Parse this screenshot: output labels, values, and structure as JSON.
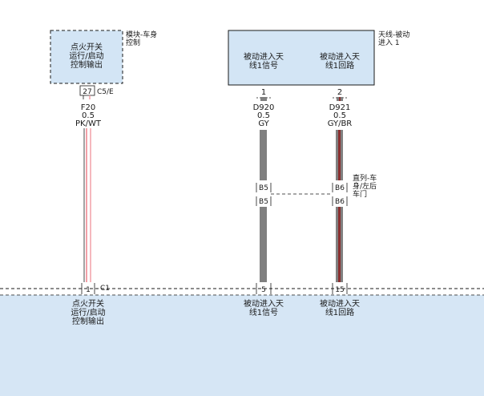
{
  "colors": {
    "background": "#ffffff",
    "box_fill": "#d3e5f5",
    "box_stroke": "#1a1a1a",
    "bottom_area": "#d6e6f5",
    "wire_pk": "#f2a0a8",
    "wire_wt": "#ffffff",
    "wire_gy": "#808080",
    "wire_br": "#8b3030"
  },
  "modules": {
    "body_control": {
      "title_line1": "模块-车身",
      "title_line2": "控制",
      "func_line1": "点火开关",
      "func_line2": "运行/启动",
      "func_line3": "控制输出"
    },
    "antenna": {
      "title_line1": "天线-被动",
      "title_line2": "进入 1",
      "func_a_line1": "被动进入天",
      "func_a_line2": "线1信号",
      "func_b_line1": "被动进入天",
      "func_b_line2": "线1回路"
    }
  },
  "connectors": {
    "c5e": {
      "name": "C5/E",
      "pin": "27"
    },
    "antenna_pin_a": "1",
    "antenna_pin_b": "2",
    "inline": {
      "name_line1": "直列-车",
      "name_line2": "身/左后",
      "name_line3": "车门",
      "pin_a_top": "B5",
      "pin_a_bottom": "B5",
      "pin_b_top": "B6",
      "pin_b_bottom": "B6"
    },
    "c1": {
      "name": "C1",
      "pin_a": "1",
      "pin_b": "5",
      "pin_c": "15"
    }
  },
  "wires": [
    {
      "circuit": "F20",
      "gauge": "0.5",
      "color": "PK/WT"
    },
    {
      "circuit": "D920",
      "gauge": "0.5",
      "color": "GY"
    },
    {
      "circuit": "D921",
      "gauge": "0.5",
      "color": "GY/BR"
    }
  ],
  "bottom_labels": {
    "left_line1": "点火开关",
    "left_line2": "运行/启动",
    "left_line3": "控制输出",
    "mid_line1": "被动进入天",
    "mid_line2": "线1信号",
    "right_line1": "被动进入天",
    "right_line2": "线1回路"
  }
}
